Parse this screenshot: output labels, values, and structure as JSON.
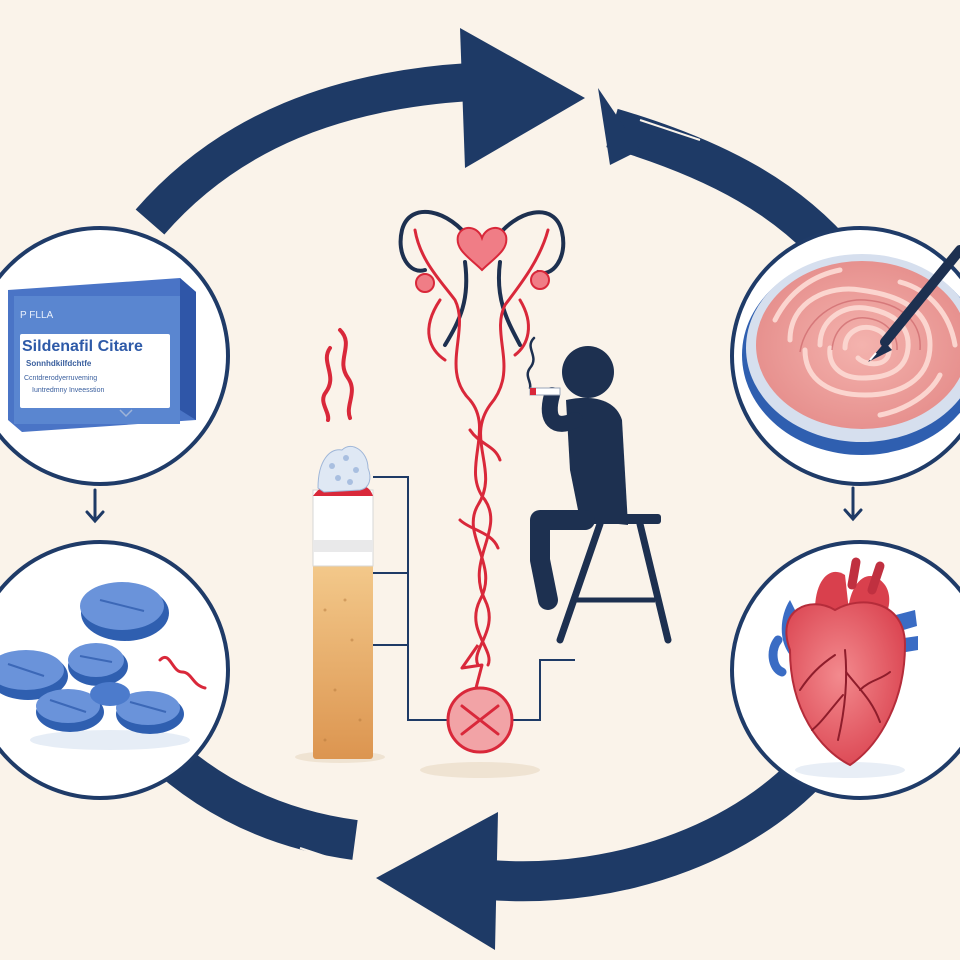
{
  "pill_box": {
    "brand": "P FLLA",
    "name": "Sildenafil Citare",
    "line1": "Sonnhdkilfdchtfe",
    "line2": "Ccntdrerodyerruveming",
    "line3": "Iuntredmny Inveesstion"
  },
  "colors": {
    "background": "#faf3ea",
    "arrow_navy": "#1e3a66",
    "circle_navy": "#1f3b68",
    "accent_red": "#d9283a",
    "pill_blue": "#5a86d0",
    "figure_navy": "#1d3050",
    "cigarette_tan": "#e0a260"
  },
  "icons": [
    "cycle-arrow-top-right-icon",
    "cycle-arrow-bottom-left-icon",
    "sildenafil-box-icon",
    "blue-pills-icon",
    "cigarette-icon",
    "blood-vessel-icon",
    "smoking-person-icon",
    "blocked-flow-icon",
    "damaged-tissue-icon",
    "heart-icon"
  ]
}
